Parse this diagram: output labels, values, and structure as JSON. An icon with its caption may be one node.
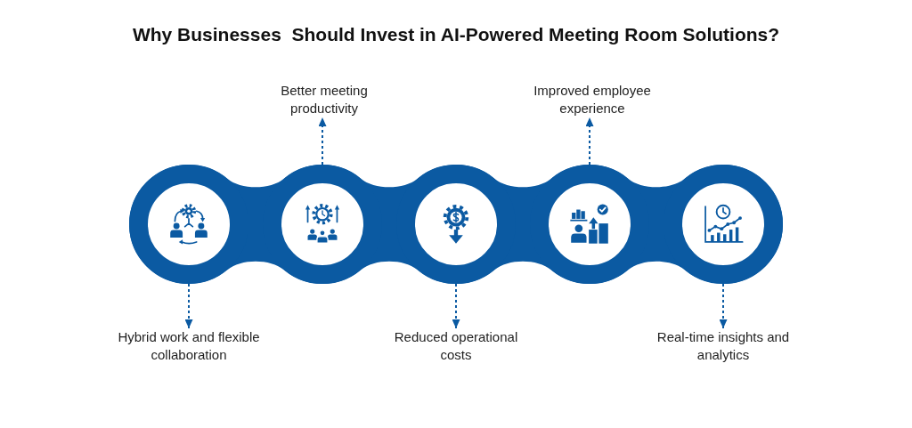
{
  "diagram": {
    "title": "Why Businesses  Should Invest in AI-Powered Meeting Room Solutions?",
    "nodes": [
      {
        "text": [],
        "shape": "circle"
      },
      {
        "text": [
          "Hybrid work and flexible collaboration"
        ]
      },
      {
        "text": [],
        "shape": "circle"
      },
      {
        "text": [
          "Better meeting productivity"
        ]
      },
      {
        "text": [],
        "shape": "circle"
      },
      {
        "text": [
          "Reduced operational costs"
        ]
      },
      {
        "text": [],
        "shape": "circle"
      },
      {
        "text": [
          "Improved employee experience"
        ]
      },
      {
        "text": [],
        "shape": "circle"
      },
      {
        "text": [
          "Real-time insights and analytics"
        ]
      }
    ],
    "edges": [
      {
        "from": 0,
        "to": 1,
        "arrow": "to",
        "style": "dashed"
      },
      {
        "from": 2,
        "to": 3,
        "arrow": "to",
        "style": "dashed"
      },
      {
        "from": 4,
        "to": 5,
        "arrow": "to",
        "style": "dashed"
      },
      {
        "from": 6,
        "to": 7,
        "arrow": "to",
        "style": "dashed"
      },
      {
        "from": 8,
        "to": 9,
        "arrow": "to",
        "style": "dashed"
      }
    ]
  }
}
